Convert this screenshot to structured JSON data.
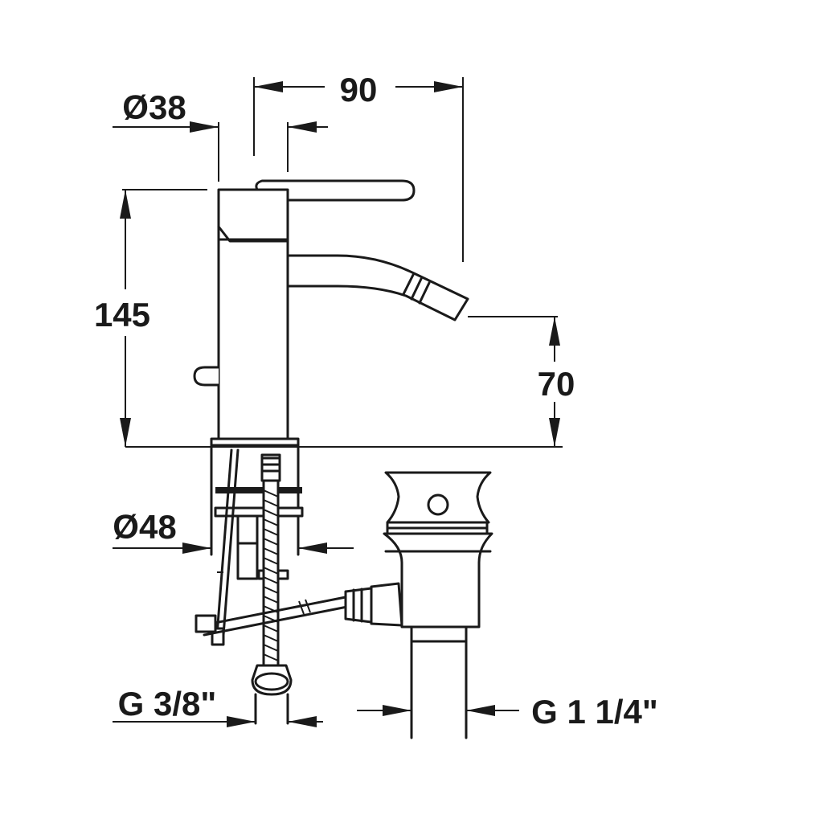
{
  "dimensions": {
    "spout_reach": "90",
    "body_diameter": "Ø38",
    "total_height": "145",
    "spout_height": "70",
    "base_diameter": "Ø48",
    "supply_thread": "G 3/8\"",
    "waste_thread": "G 1 1/4\""
  }
}
